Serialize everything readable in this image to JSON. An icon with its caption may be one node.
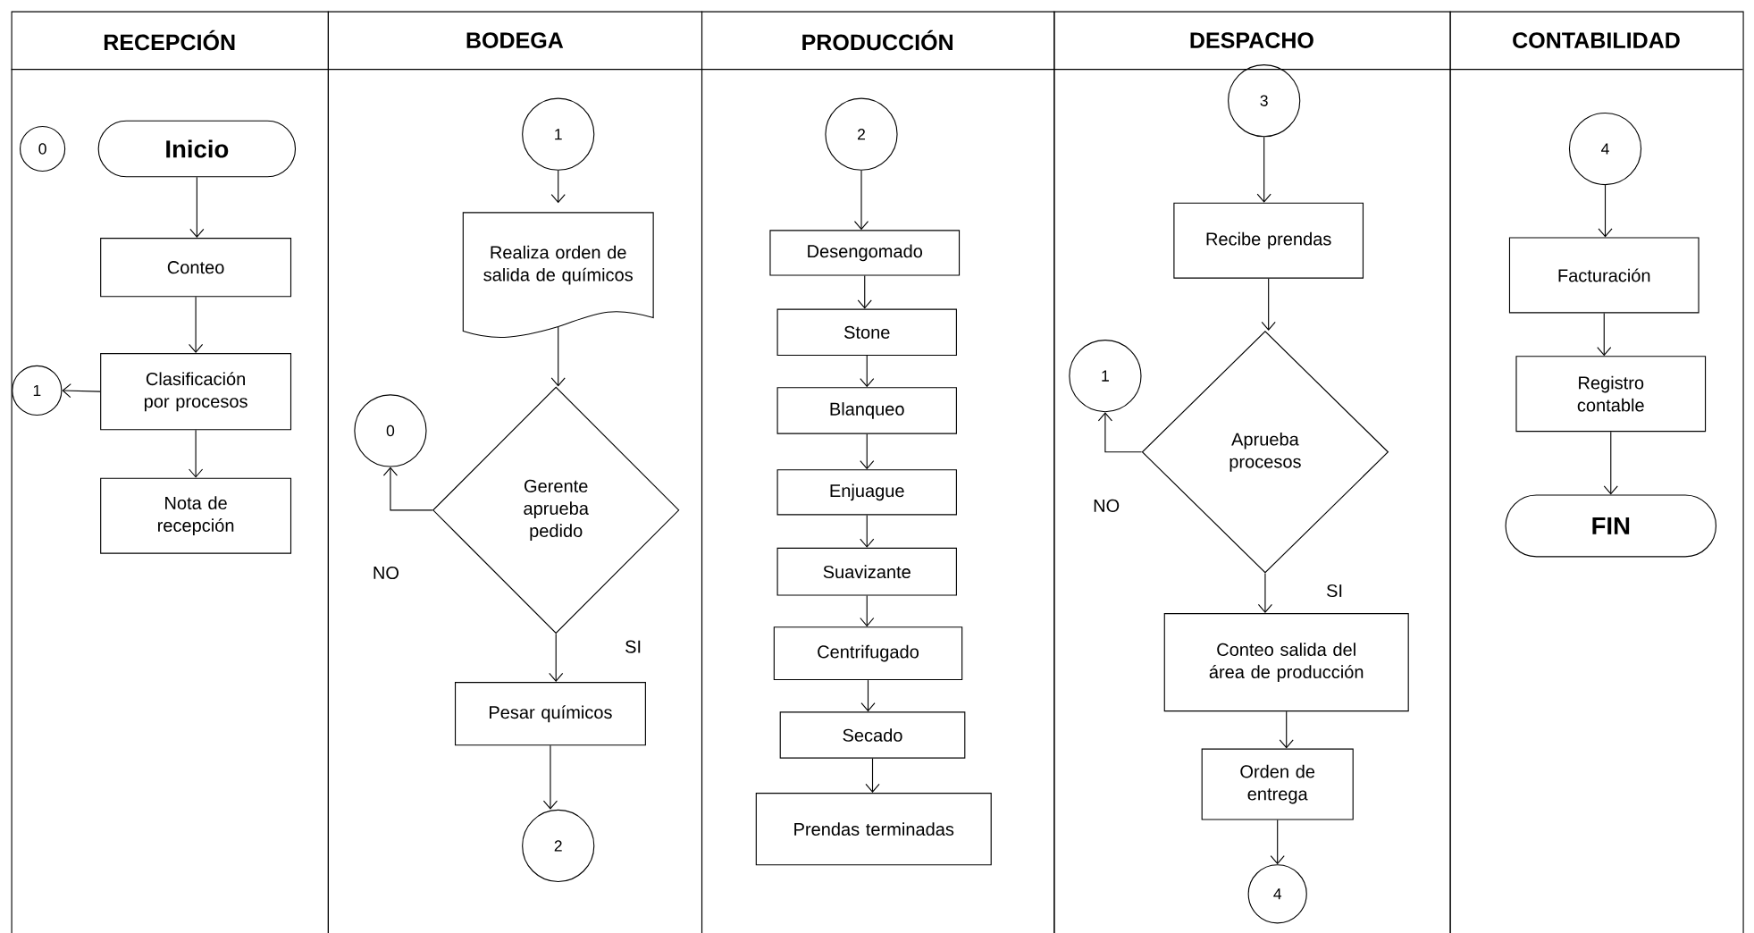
{
  "diagram": {
    "nodes": [
      {
        "text": [
          "RECEPCIÓN"
        ]
      },
      {
        "text": [
          "BODEGA"
        ]
      },
      {
        "text": [
          "PRODUCCIÓN"
        ]
      },
      {
        "text": [
          "DESPACHO"
        ]
      },
      {
        "text": [
          "CONTABILIDAD"
        ]
      },
      {
        "text": [
          "0"
        ],
        "in": 0
      },
      {
        "text": [
          "Inicio"
        ],
        "in": 0
      },
      {
        "text": [
          "Conteo"
        ],
        "in": 0
      },
      {
        "text": [
          "Clasificación por procesos"
        ],
        "in": 0
      },
      {
        "text": [
          "1"
        ],
        "in": 0
      },
      {
        "text": [
          "Nota de recepción"
        ],
        "in": 0
      },
      {
        "text": [
          "1"
        ],
        "in": 1
      },
      {
        "text": [
          "Realiza orden de salida de químicos"
        ],
        "in": 1
      },
      {
        "text": [
          "0"
        ],
        "in": 1
      },
      {
        "text": [
          "Gerente aprueba pedido"
        ],
        "in": 1
      },
      {
        "text": [
          "Pesar químicos"
        ],
        "in": 1
      },
      {
        "text": [
          "2"
        ],
        "in": 1
      },
      {
        "text": [
          "2"
        ],
        "in": 2
      },
      {
        "text": [
          "Desengomado"
        ],
        "in": 2
      },
      {
        "text": [
          "Stone"
        ],
        "in": 2
      },
      {
        "text": [
          "Blanqueo"
        ],
        "in": 2
      },
      {
        "text": [
          "Enjuague"
        ],
        "in": 2
      },
      {
        "text": [
          "Suavizante"
        ],
        "in": 2
      },
      {
        "text": [
          "Centrifugado"
        ],
        "in": 2
      },
      {
        "text": [
          "Secado"
        ],
        "in": 2
      },
      {
        "text": [
          "Prendas terminadas"
        ],
        "in": 2
      },
      {
        "text": [
          "3"
        ],
        "in": 3
      },
      {
        "text": [
          "Recibe prendas"
        ],
        "in": 3
      },
      {
        "text": [
          "1"
        ],
        "in": 3
      },
      {
        "text": [
          "Aprueba procesos"
        ],
        "in": 3
      },
      {
        "text": [
          "Conteo salida del área de producción"
        ],
        "in": 3
      },
      {
        "text": [
          "Orden de entrega"
        ],
        "in": 3
      },
      {
        "text": [
          "4"
        ],
        "in": 3
      },
      {
        "text": [
          "4"
        ],
        "in": 4
      },
      {
        "text": [
          "Facturación"
        ],
        "in": 4
      },
      {
        "text": [
          "Registro contable"
        ],
        "in": 4
      },
      {
        "text": [
          "FIN"
        ],
        "in": 4
      }
    ],
    "edges": [
      {
        "from": 6,
        "to": 7,
        "arrow": "to"
      },
      {
        "from": 7,
        "to": 8,
        "arrow": "to"
      },
      {
        "from": 8,
        "to": 9,
        "arrow": "to"
      },
      {
        "from": 8,
        "to": 10,
        "arrow": "to"
      },
      {
        "from": 11,
        "to": 12,
        "arrow": "to"
      },
      {
        "from": 12,
        "to": 14,
        "arrow": "to"
      },
      {
        "from": 14,
        "to": 13,
        "arrow": "to",
        "label": "NO"
      },
      {
        "from": 14,
        "to": 15,
        "arrow": "to",
        "label": "SI"
      },
      {
        "from": 15,
        "to": 16,
        "arrow": "to"
      },
      {
        "from": 17,
        "to": 18,
        "arrow": "to"
      },
      {
        "from": 18,
        "to": 19,
        "arrow": "to"
      },
      {
        "from": 19,
        "to": 20,
        "arrow": "to"
      },
      {
        "from": 20,
        "to": 21,
        "arrow": "to"
      },
      {
        "from": 21,
        "to": 22,
        "arrow": "to"
      },
      {
        "from": 22,
        "to": 23,
        "arrow": "to"
      },
      {
        "from": 23,
        "to": 24,
        "arrow": "to"
      },
      {
        "from": 24,
        "to": 25,
        "arrow": "to"
      },
      {
        "from": 26,
        "to": 27,
        "arrow": "to"
      },
      {
        "from": 27,
        "to": 29,
        "arrow": "to"
      },
      {
        "from": 29,
        "to": 28,
        "arrow": "to",
        "label": "NO"
      },
      {
        "from": 29,
        "to": 30,
        "arrow": "to",
        "label": "SI"
      },
      {
        "from": 30,
        "to": 31,
        "arrow": "to"
      },
      {
        "from": 31,
        "to": 32,
        "arrow": "to"
      },
      {
        "from": 33,
        "to": 34,
        "arrow": "to"
      },
      {
        "from": 34,
        "to": 35,
        "arrow": "to"
      },
      {
        "from": 35,
        "to": 36,
        "arrow": "to"
      }
    ]
  }
}
